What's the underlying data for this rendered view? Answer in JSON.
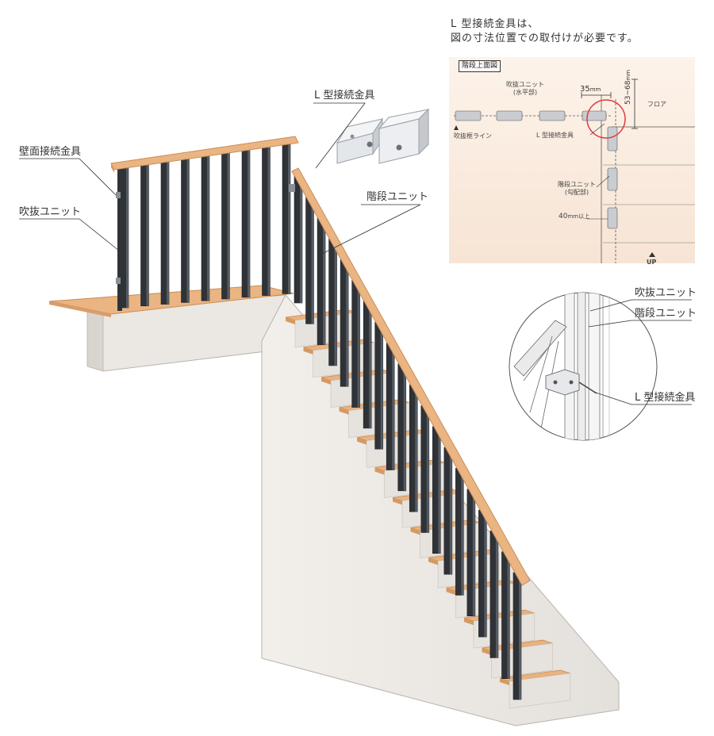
{
  "note": {
    "line1": "L 型接続金具は、",
    "line2": "図の寸法位置での取付けが必要です。"
  },
  "callouts": {
    "wall_bracket": "壁面接続金具",
    "fukinuke_unit": "吹抜ユニット",
    "l_bracket": "L 型接続金具",
    "stair_unit": "階段ユニット"
  },
  "plan": {
    "title": "階段上面図",
    "fukinuke_unit_line1": "吹抜ユニット",
    "fukinuke_unit_line2": "(水平部)",
    "dim_35": "35",
    "dim_35_unit": "mm",
    "dim_53_68": "53~68",
    "dim_53_68_unit": "mm",
    "floor": "フロア",
    "fukinuke_line": "吹抜框ライン",
    "l_bracket": "L 型接続金具",
    "stair_unit_line1": "階段ユニット",
    "stair_unit_line2": "(勾配部)",
    "dim_40": "40",
    "dim_40_unit": "mm以上",
    "up": "UP"
  },
  "detail": {
    "fukinuke_unit": "吹抜ユニット",
    "stair_unit": "階段ユニット",
    "l_bracket": "L 型接続金具"
  },
  "colors": {
    "wood": "#e9b27f",
    "wood_edge": "#c98c57",
    "baluster": "#2f3338",
    "wall": "#ece9e5",
    "wall_shade": "#dcd7d1",
    "plan_bg": "#fbeee3",
    "red_circle": "#e23a3a"
  }
}
